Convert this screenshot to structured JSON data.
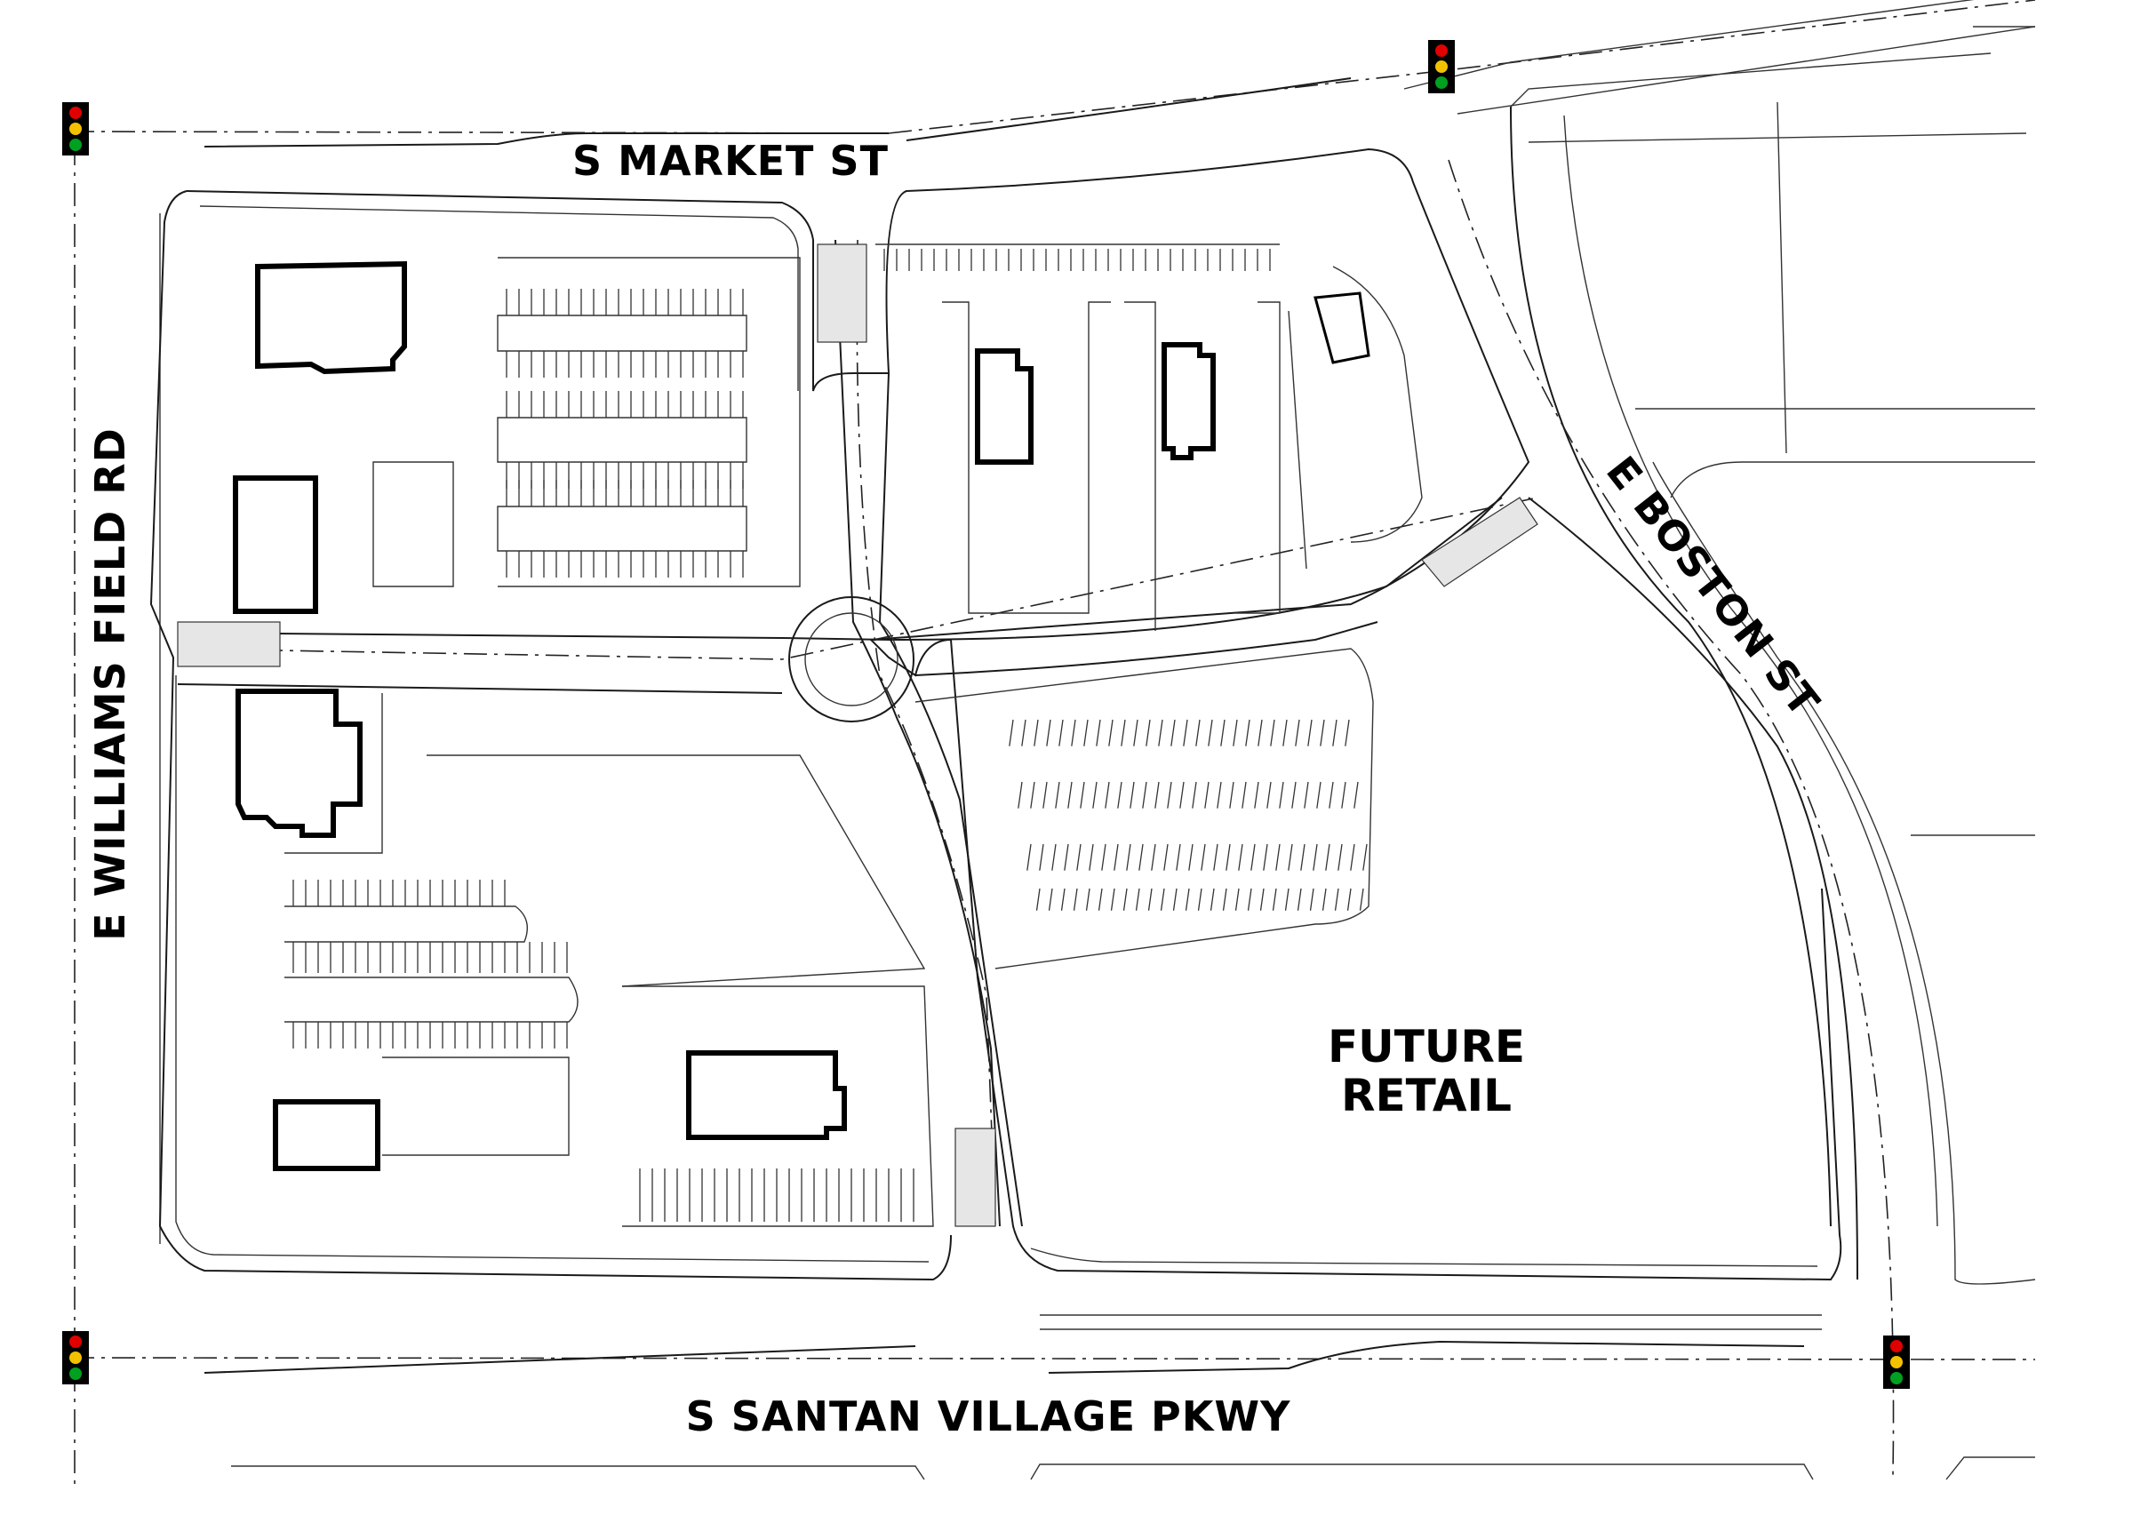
{
  "streets": {
    "north": "S MARKET ST",
    "south": "S SANTAN VILLAGE PKWY",
    "west": "E WILLIAMS FIELD RD",
    "east": "E BOSTON ST"
  },
  "parcels": {
    "future_retail_line1": "FUTURE",
    "future_retail_line2": "RETAIL"
  },
  "signals": [
    {
      "id": "nw",
      "lights": [
        "#e00000",
        "#f2c200",
        "#00a020"
      ]
    },
    {
      "id": "ne",
      "lights": [
        "#e00000",
        "#f2c200",
        "#00a020"
      ]
    },
    {
      "id": "sw",
      "lights": [
        "#e00000",
        "#f2c200",
        "#00a020"
      ]
    },
    {
      "id": "se",
      "lights": [
        "#e00000",
        "#f2c200",
        "#00a020"
      ]
    }
  ],
  "colors": {
    "linework": "#1a1a1a",
    "walkway_fill": "#e6e6e6",
    "background": "#ffffff"
  }
}
